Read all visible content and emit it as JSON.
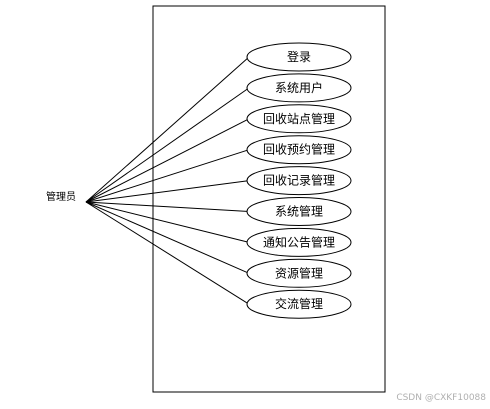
{
  "actor": {
    "label": "管理员"
  },
  "use_cases": [
    {
      "label": "登录"
    },
    {
      "label": "系统用户"
    },
    {
      "label": "回收站点管理"
    },
    {
      "label": "回收预约管理"
    },
    {
      "label": "回收记录管理"
    },
    {
      "label": "系统管理"
    },
    {
      "label": "通知公告管理"
    },
    {
      "label": "资源管理"
    },
    {
      "label": "交流管理"
    }
  ],
  "watermark": "CSDN @CXKF10088",
  "colors": {
    "stroke": "#000000",
    "background": "#ffffff",
    "watermark": "#b0b0b0"
  }
}
